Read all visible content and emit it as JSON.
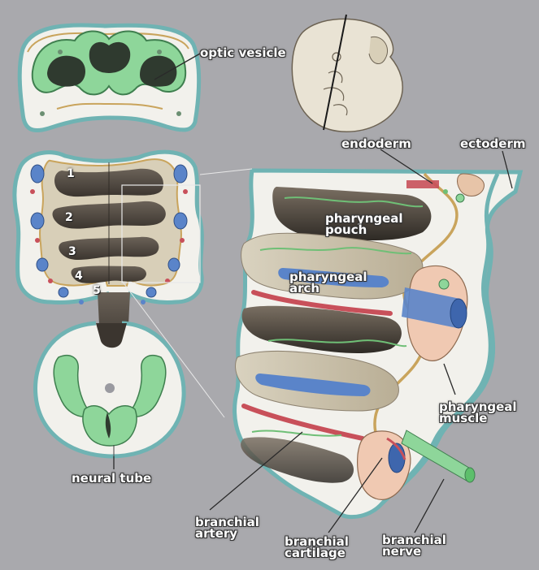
{
  "labels": {
    "optic_vesicle": "optic vesicle",
    "endoderm": "endoderm",
    "ectoderm": "ectoderm",
    "pharyngeal_pouch": [
      "pharyngeal",
      "pouch"
    ],
    "pharyngeal_arch": [
      "pharyngeal",
      "arch"
    ],
    "pharyngeal_muscle": [
      "pharyngeal",
      "muscle"
    ],
    "neural_tube": "neural tube",
    "branchial_artery": [
      "branchial",
      "artery"
    ],
    "branchial_cartilage": [
      "branchial",
      "cartilage"
    ],
    "branchial_nerve": [
      "branchial",
      "nerve"
    ]
  },
  "arch_numbers": [
    "1",
    "2",
    "3",
    "4",
    "5"
  ],
  "colors": {
    "background": "#a9a9ad",
    "ectoderm": "#6fb3b3",
    "endoderm": "#c9a45c",
    "neural": "#8ed69a",
    "artery": "#c8505a",
    "vein": "#5a84c9",
    "tissue": "#f3f1ea",
    "pouch_dark": "#4a433b"
  }
}
